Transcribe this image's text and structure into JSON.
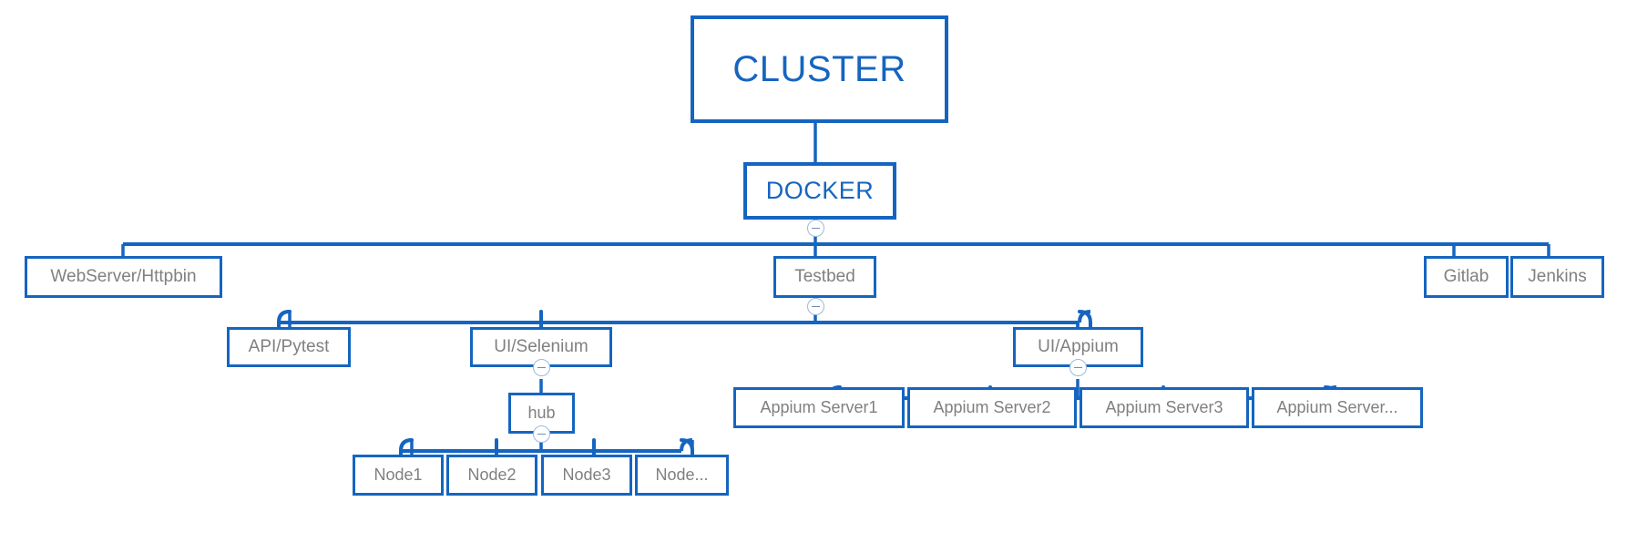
{
  "diagram": {
    "title": "CLUSTER",
    "root_label": "CLUSTER",
    "accent_color": "#1565c0",
    "node_text_color": "#808080",
    "background": "#ffffff",
    "toggle_icon": "minus-circle-icon",
    "levels": {
      "level1": "CLUSTER",
      "level2": "DOCKER",
      "level3": [
        "WebServer/Httpbin",
        "Testbed",
        "Gitlab",
        "Jenkins"
      ],
      "level4": [
        "API/Pytest",
        "UI/Selenium",
        "UI/Appium"
      ],
      "level5_selenium": [
        "hub"
      ],
      "level5_appium": [
        "Appium Server1",
        "Appium Server2",
        "Appium Server3",
        "Appium Server..."
      ],
      "level6_nodes": [
        "Node1",
        "Node2",
        "Node3",
        "Node..."
      ]
    }
  },
  "nodes": {
    "cluster": {
      "label": "CLUSTER"
    },
    "docker": {
      "label": "DOCKER"
    },
    "webserver": {
      "label": "WebServer/Httpbin"
    },
    "testbed": {
      "label": "Testbed"
    },
    "gitlab": {
      "label": "Gitlab"
    },
    "jenkins": {
      "label": "Jenkins"
    },
    "api_pytest": {
      "label": "API/Pytest"
    },
    "ui_selenium": {
      "label": "UI/Selenium"
    },
    "ui_appium": {
      "label": "UI/Appium"
    },
    "hub": {
      "label": "hub"
    },
    "appium1": {
      "label": "Appium Server1"
    },
    "appium2": {
      "label": "Appium Server2"
    },
    "appium3": {
      "label": "Appium Server3"
    },
    "appium4": {
      "label": "Appium Server..."
    },
    "node1": {
      "label": "Node1"
    },
    "node2": {
      "label": "Node2"
    },
    "node3": {
      "label": "Node3"
    },
    "node4": {
      "label": "Node..."
    }
  },
  "toggles": {
    "docker": {
      "state": "expanded",
      "glyph": "minus"
    },
    "testbed": {
      "state": "expanded",
      "glyph": "minus"
    },
    "ui_selenium": {
      "state": "expanded",
      "glyph": "minus"
    },
    "ui_appium": {
      "state": "expanded",
      "glyph": "minus"
    },
    "hub": {
      "state": "expanded",
      "glyph": "minus"
    }
  }
}
